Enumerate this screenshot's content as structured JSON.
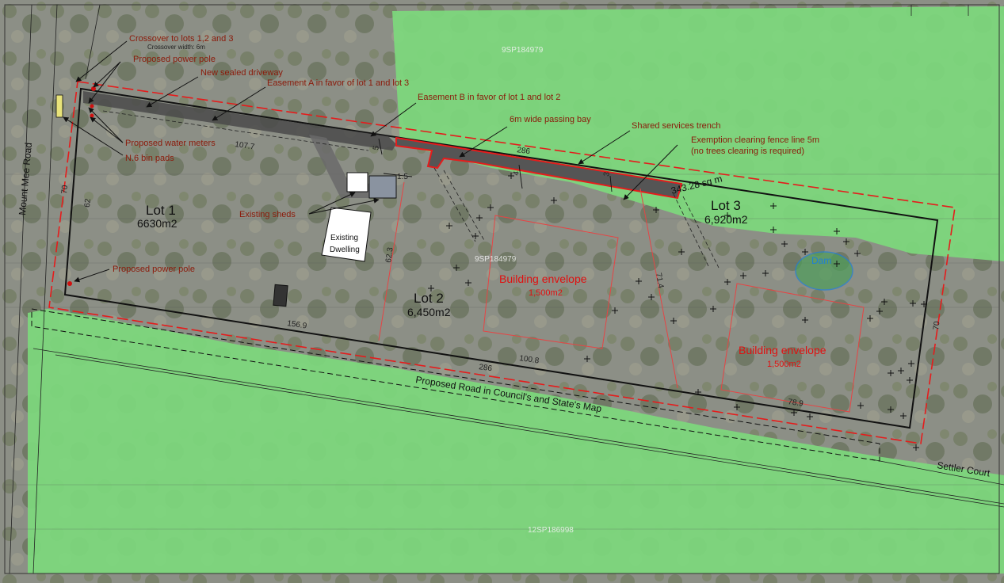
{
  "annotations": {
    "crossover": "Crossover to lots 1,2 and 3",
    "crossover_width": "Crossover width: 6m",
    "power_pole_top": "Proposed power pole",
    "driveway": "New sealed driveway",
    "easement_a": "Easement A in favor of lot 1 and lot 3",
    "easement_b": "Easement B in favor of lot 1 and lot 2",
    "passing_bay": "6m wide passing bay",
    "services_trench": "Shared services trench",
    "exemption_line1": "Exemption clearing fence line 5m",
    "exemption_line2": "(no trees clearing is required)",
    "water_meters": "Proposed water meters",
    "bin_pads": "N.6 bin pads",
    "existing_sheds": "Existing sheds",
    "existing_dwelling_1": "Existing",
    "existing_dwelling_2": "Dwelling",
    "power_pole_bottom": "Proposed power pole",
    "easement_area": "343.28 sq m"
  },
  "lots": {
    "lot1_name": "Lot 1",
    "lot1_area": "6630m2",
    "lot2_name": "Lot 2",
    "lot2_area": "6,450m2",
    "lot3_name": "Lot 3",
    "lot3_area": "6,920m2"
  },
  "envelopes": {
    "env1_label": "Building envelope",
    "env1_area": "1,500m2",
    "env2_label": "Building envelope",
    "env2_area": "1,500m2"
  },
  "dimensions": {
    "d_107_7": "107.7",
    "d_5": "5",
    "d_286_top": "286",
    "d_4": "4",
    "d_3": "3",
    "d_1_5": "1.5",
    "d_70_left": "70",
    "d_62": "62",
    "d_62_3": "62.3",
    "d_71_4": "71.4",
    "d_156_9": "156.9",
    "d_100_8": "100.8",
    "d_286_bottom": "286",
    "d_78_9": "78.9",
    "d_70_right": "70"
  },
  "roads": {
    "mount_mee": "Mount Mee Road",
    "proposed_road": "Proposed Road in Council's and State's Map",
    "settler_court": "Settler Court"
  },
  "features": {
    "dam": "Dam"
  },
  "parcels": {
    "top": "9SP184979",
    "mid": "9SP184979",
    "bottom": "12SP186998"
  },
  "colors": {
    "vegetation": "#7dd87d",
    "aerial_base": "#8c8f86",
    "boundary": "#111111",
    "proposed_boundary": "#e51c1c",
    "annotation_text": "#8b1a0a",
    "driveway": "#4a4a4a",
    "dam": "#1e7fd6"
  }
}
